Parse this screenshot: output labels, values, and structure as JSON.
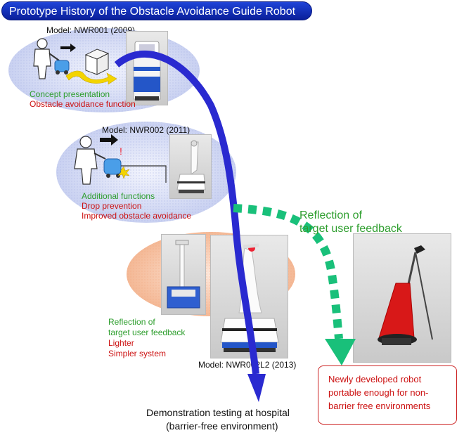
{
  "title": "Prototype History of the Obstacle Avoidance Guide Robot",
  "robots": [
    {
      "model": "Model: NWR001 (2009)",
      "features_green": [
        "Concept presentation"
      ],
      "features_red": [
        "Obstacle avoidance function"
      ]
    },
    {
      "model": "Model: NWR002 (2011)",
      "features_green": [
        "Additional functions"
      ],
      "features_red": [
        "Drop prevention",
        "Improved obstacle avoidance"
      ]
    },
    {
      "model": "Model: NWR002L2 (2013)",
      "features_green": [
        "Reflection of",
        "target user feedback"
      ],
      "features_red": [
        "Lighter",
        "Simpler system"
      ]
    }
  ],
  "feedback_label": [
    "Reflection of",
    "target user feedback"
  ],
  "destination": [
    "Demonstration testing at hospital",
    "(barrier-free environment)"
  ],
  "newly_developed": [
    "Newly developed robot",
    "portable enough for non-",
    "barrier free environments"
  ],
  "colors": {
    "title_bar": "#1530c0",
    "main_arrow": "#2a2ad0",
    "feedback_arrow": "#19c07a",
    "green_text": "#2e9e2e",
    "red_text": "#cc1111",
    "oval_blue": "#d6dcf5",
    "oval_orange": "#f9d2b8"
  }
}
